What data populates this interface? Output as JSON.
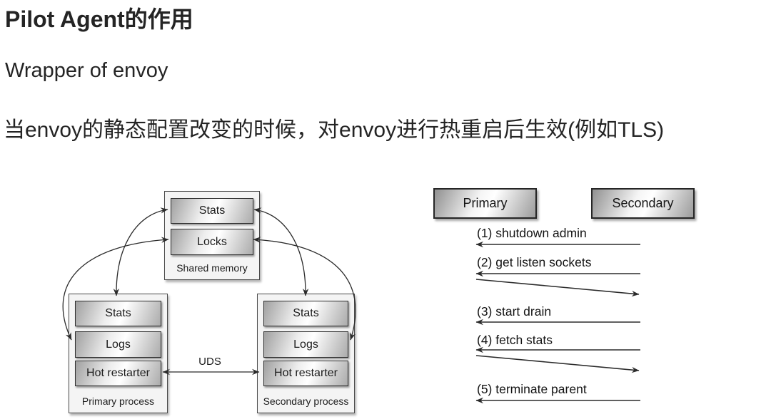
{
  "header": {
    "title": "Pilot Agent的作用",
    "subtitle": "Wrapper of envoy",
    "description": "当envoy的静态配置改变的时候，对envoy进行热重启后生效(例如TLS)"
  },
  "architecture": {
    "shared_memory": {
      "label": "Shared memory",
      "items": [
        "Stats",
        "Locks"
      ]
    },
    "primary": {
      "label": "Primary process",
      "items": [
        "Stats",
        "Logs",
        "Hot restarter"
      ]
    },
    "secondary": {
      "label": "Secondary process",
      "items": [
        "Stats",
        "Logs",
        "Hot restarter"
      ]
    },
    "uds_label": "UDS"
  },
  "sequence": {
    "participants": [
      "Primary",
      "Secondary"
    ],
    "messages": [
      "(1) shutdown admin",
      "(2) get listen sockets",
      "(3) start drain",
      "(4) fetch stats",
      "(5) terminate parent"
    ]
  },
  "colors": {
    "background": "#ffffff",
    "text": "#242424",
    "line": "#2b2b2b",
    "outer_box_fill": "#f4f4f4"
  }
}
